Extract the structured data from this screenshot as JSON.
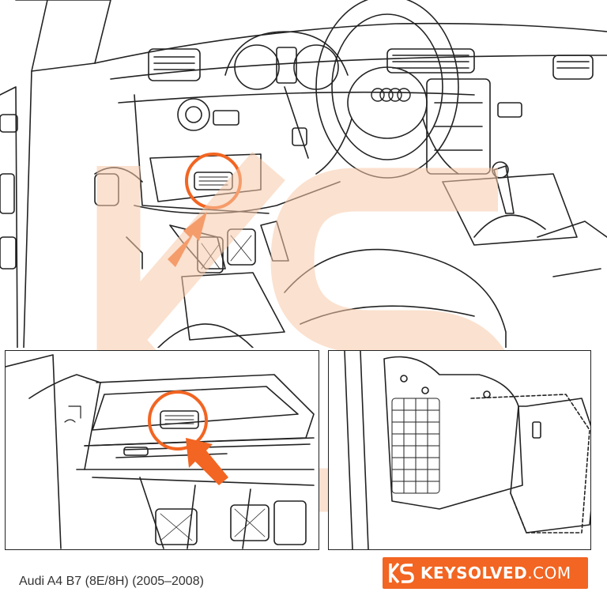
{
  "caption": "Audi A4 B7 (8E/8H) (2005–2008)",
  "brand": {
    "name": "KEYSOLVED",
    "tld": ".COM",
    "logo_letters": "KS"
  },
  "colors": {
    "accent": "#f26522",
    "line": "#222222",
    "watermark": "#f8c9a8"
  },
  "icons": {
    "pointer": "orange-arrow-icon",
    "port": "obd-port-icon",
    "logo": "audi-rings-icon"
  }
}
